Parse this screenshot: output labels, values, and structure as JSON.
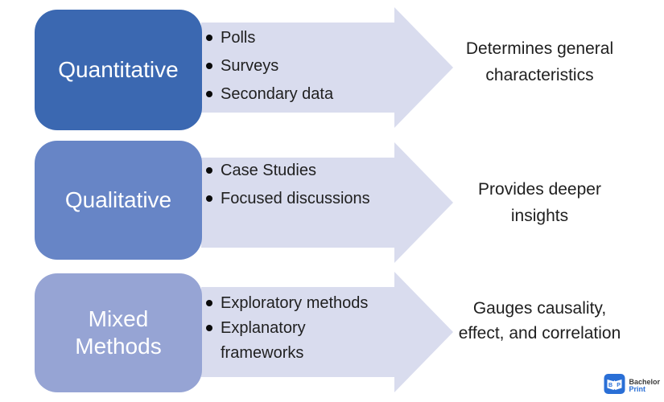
{
  "diagram": {
    "arrow_color": "#d9dcee",
    "text_color": "#1f1f1f",
    "rows": [
      {
        "label": "Quantitative",
        "box_color": "#3b68b1",
        "bullets": [
          "Polls",
          "Surveys",
          "Secondary data"
        ],
        "description": "Determines general characteristics"
      },
      {
        "label": "Qualitative",
        "box_color": "#6785c6",
        "bullets": [
          "Case Studies",
          "Focused discussions"
        ],
        "description": "Provides deeper insights"
      },
      {
        "label": "Mixed Methods",
        "box_color": "#96a4d4",
        "bullets": [
          "Exploratory methods",
          "Explanatory frameworks"
        ],
        "description": "Gauges causality, effect, and correlation"
      }
    ]
  },
  "logo": {
    "brand_line1": "Bachelor",
    "brand_line2": "Print",
    "icon": "open-book-bp-icon",
    "brand_blue": "#2a6fd6",
    "brand_dark": "#3a3a3a"
  }
}
